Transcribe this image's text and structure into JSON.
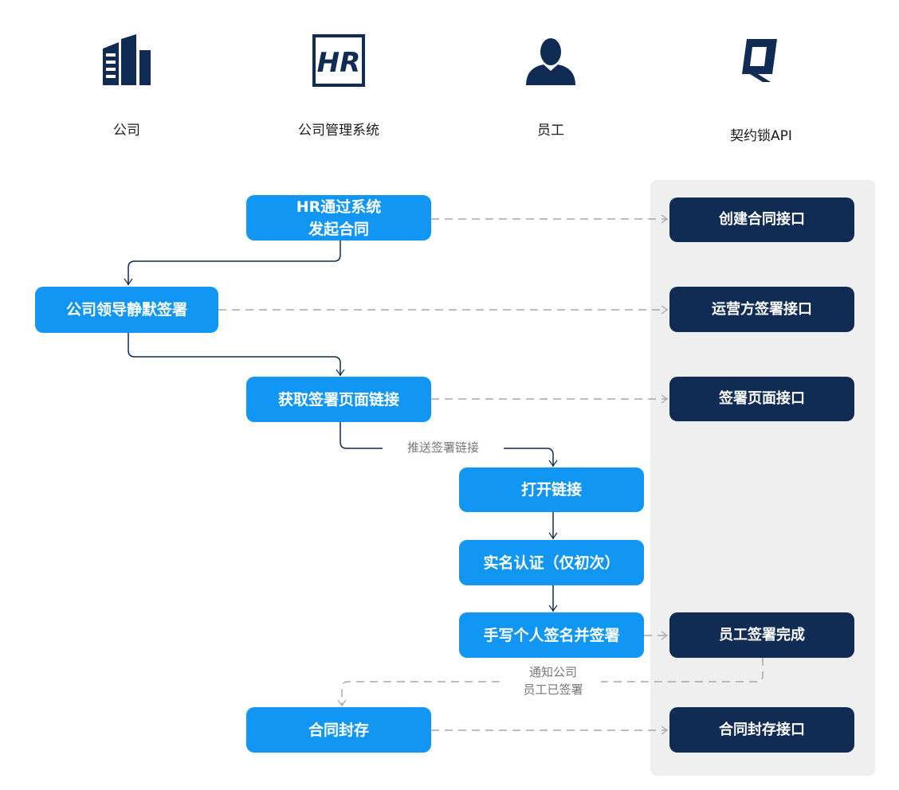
{
  "actors": [
    {
      "name": "公司",
      "icon": "building-icon"
    },
    {
      "name": "公司管理系统",
      "icon": "hr-icon"
    },
    {
      "name": "员工",
      "icon": "person-icon"
    },
    {
      "name": "契约锁API",
      "icon": "qiyuesuo-logo-icon"
    }
  ],
  "steps": {
    "hr_initiate": "HR通过系统\n发起合同",
    "leader_sign": "公司领导静默签署",
    "get_link": "获取签署页面链接",
    "open_link": "打开链接",
    "real_name": "实名认证（仅初次）",
    "handwrite_sign": "手写个人签名并签署",
    "archive": "合同封存"
  },
  "api": {
    "create": "创建合同接口",
    "operator_sign": "运营方签署接口",
    "sign_page": "签署页面接口",
    "employee_done": "员工签署完成",
    "archive": "合同封存接口"
  },
  "flow_labels": {
    "push_link": "推送签署链接",
    "notify": "通知公司\n员工已签署"
  },
  "colors": {
    "step_blue": "#1296f3",
    "api_navy": "#102c55",
    "panel_gray": "#efefef"
  }
}
